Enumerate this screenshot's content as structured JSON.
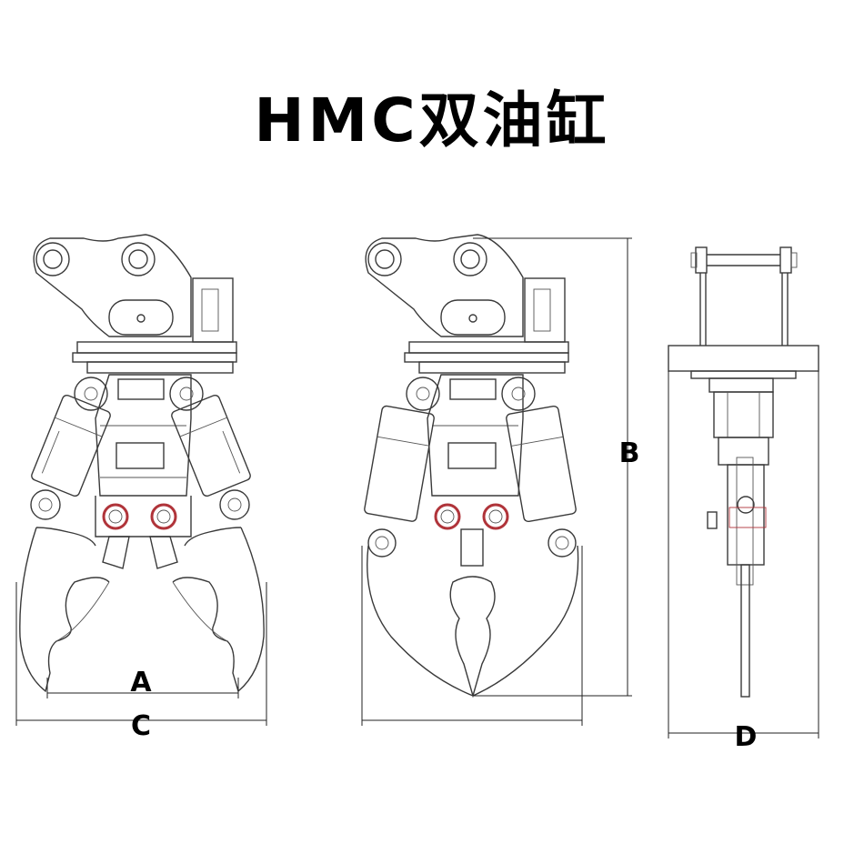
{
  "title": "HMC双油缸",
  "dimensions": {
    "a": "A",
    "b": "B",
    "c": "C",
    "d": "D"
  },
  "colors": {
    "line": "#3a3a3a",
    "accent": "#b0343a",
    "text": "#000000"
  }
}
